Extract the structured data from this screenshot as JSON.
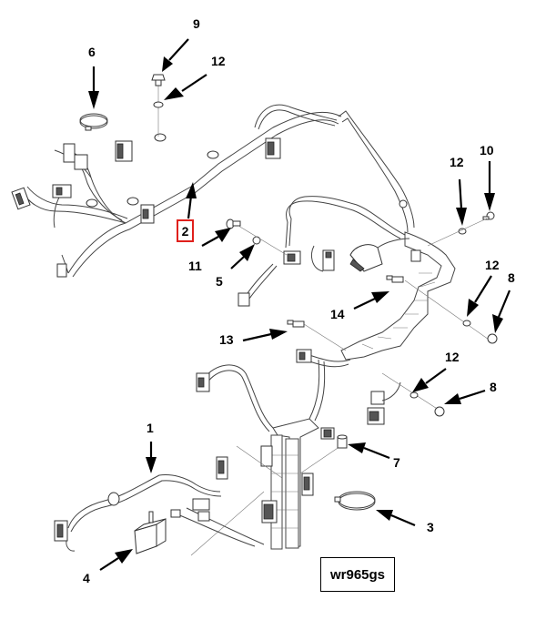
{
  "diagram": {
    "title": "Engine wiring harness exploded view",
    "reference_code": "wr965gs",
    "highlighted_callout": "2",
    "highlight_color": "#e0201c",
    "callouts": [
      {
        "id": "c1",
        "label": "1",
        "target": "harness-branch-lower"
      },
      {
        "id": "c2",
        "label": "2",
        "target": "main-wiring-harness"
      },
      {
        "id": "c3",
        "label": "3",
        "target": "cable-tie-lower"
      },
      {
        "id": "c4",
        "label": "4",
        "target": "relay"
      },
      {
        "id": "c5",
        "label": "5",
        "target": "washer"
      },
      {
        "id": "c6",
        "label": "6",
        "target": "cable-tie-upper"
      },
      {
        "id": "c7",
        "label": "7",
        "target": "connector-cap"
      },
      {
        "id": "c8a",
        "label": "8",
        "target": "nut-upper"
      },
      {
        "id": "c8b",
        "label": "8",
        "target": "nut-lower"
      },
      {
        "id": "c9",
        "label": "9",
        "target": "bolt-top"
      },
      {
        "id": "c10",
        "label": "10",
        "target": "nut-right"
      },
      {
        "id": "c11",
        "label": "11",
        "target": "bolt-left"
      },
      {
        "id": "c12a",
        "label": "12",
        "target": "washer-top"
      },
      {
        "id": "c12b",
        "label": "12",
        "target": "washer-right"
      },
      {
        "id": "c12c",
        "label": "12",
        "target": "washer-mid"
      },
      {
        "id": "c12d",
        "label": "12",
        "target": "washer-lower"
      },
      {
        "id": "c13",
        "label": "13",
        "target": "stud-lower"
      },
      {
        "id": "c14",
        "label": "14",
        "target": "stud-upper"
      }
    ]
  }
}
